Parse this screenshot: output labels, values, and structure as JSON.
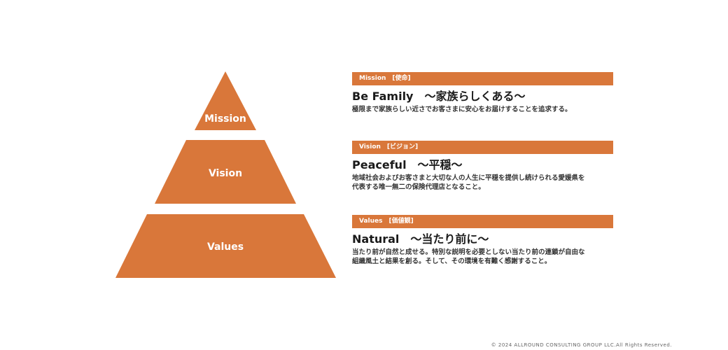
{
  "colors": {
    "accent": "#d9773a",
    "text": "#1a1a1a"
  },
  "pyramid": {
    "tiers": [
      {
        "label": "Mission"
      },
      {
        "label": "Vision"
      },
      {
        "label": "Values"
      }
    ]
  },
  "sections": [
    {
      "bar_label": "Mission　[使命]",
      "heading": "Be Family　〜家族らしくある〜",
      "description_lines": [
        "極限まで家族らしい近さでお客さまに安心をお届けすることを追求する。"
      ]
    },
    {
      "bar_label": "Vision　[ビジョン]",
      "heading": "Peaceful　〜平穏〜",
      "description_lines": [
        "地域社会およびお客さまと大切な人の人生に平穏を提供し続けられる愛媛県を",
        "代表する唯一無二の保険代理店となること。"
      ]
    },
    {
      "bar_label": "Values　[価値観]",
      "heading": "Natural　〜当たり前に〜",
      "description_lines": [
        "当たり前が自然と成せる。特別な説明を必要としない当たり前の連鎖が自由な",
        "組織風土と結果を創る。そして、その環境を有難く感謝すること。"
      ]
    }
  ],
  "footer": {
    "copyright": "© 2024 ALLROUND CONSULTING GROUP LLC.All Rights Reserved."
  }
}
